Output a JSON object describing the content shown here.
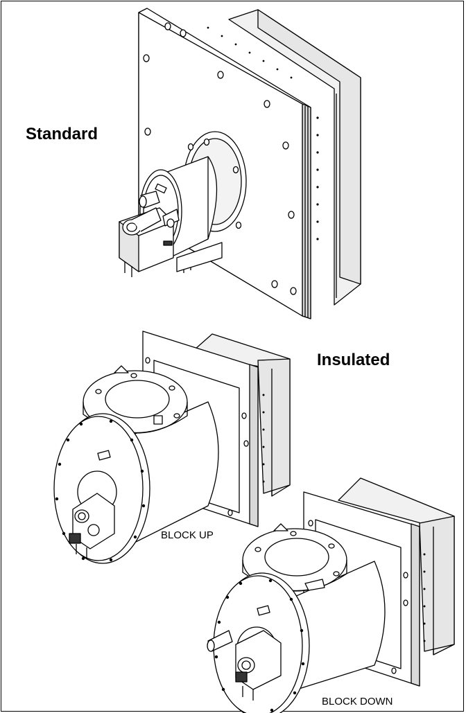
{
  "labels": {
    "standard": "Standard",
    "insulated": "Insulated",
    "block_up": "BLOCK UP",
    "block_down": "BLOCK DOWN"
  },
  "colors": {
    "line": "#000000",
    "face": "#ffffff",
    "shade": "#e6e6e6",
    "dark": "#bdbdbd"
  }
}
